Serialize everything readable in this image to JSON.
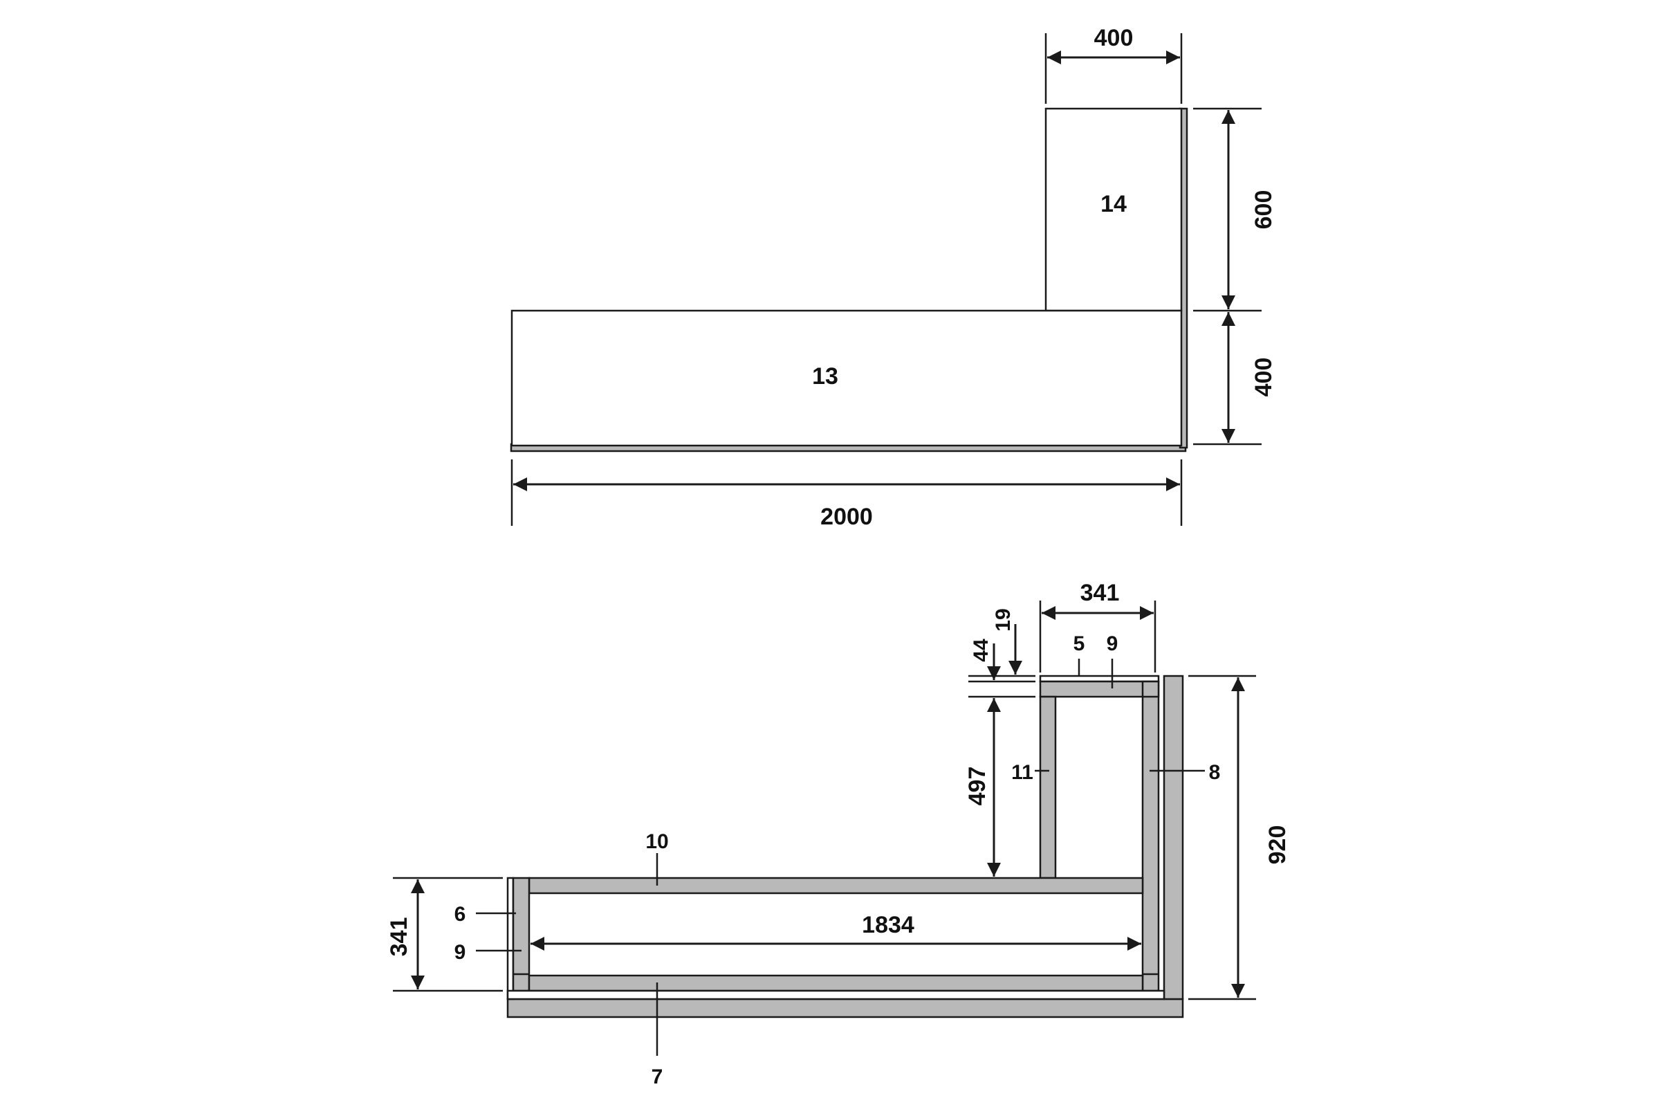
{
  "colors": {
    "line": "#1a1a1a",
    "fill_grey": "#b9b9b9",
    "fill_white": "#ffffff"
  },
  "top_view": {
    "panels": [
      {
        "id": "panel-13",
        "label": "13"
      },
      {
        "id": "panel-14",
        "label": "14"
      }
    ],
    "dimensions": {
      "top_width": "400",
      "upper_height": "600",
      "lower_height": "400",
      "total_width": "2000"
    }
  },
  "bottom_view": {
    "dimensions": {
      "top_width": "341",
      "gap_19": "19",
      "gap_44": "44",
      "riser_height": "497",
      "total_height": "920",
      "left_height": "341",
      "inner_width": "1834"
    },
    "part_labels": {
      "top_5": "5",
      "top_9": "9",
      "right_8": "8",
      "left_11": "11",
      "rail_10": "10",
      "end_6": "6",
      "end_9": "9",
      "base_7": "7"
    }
  }
}
